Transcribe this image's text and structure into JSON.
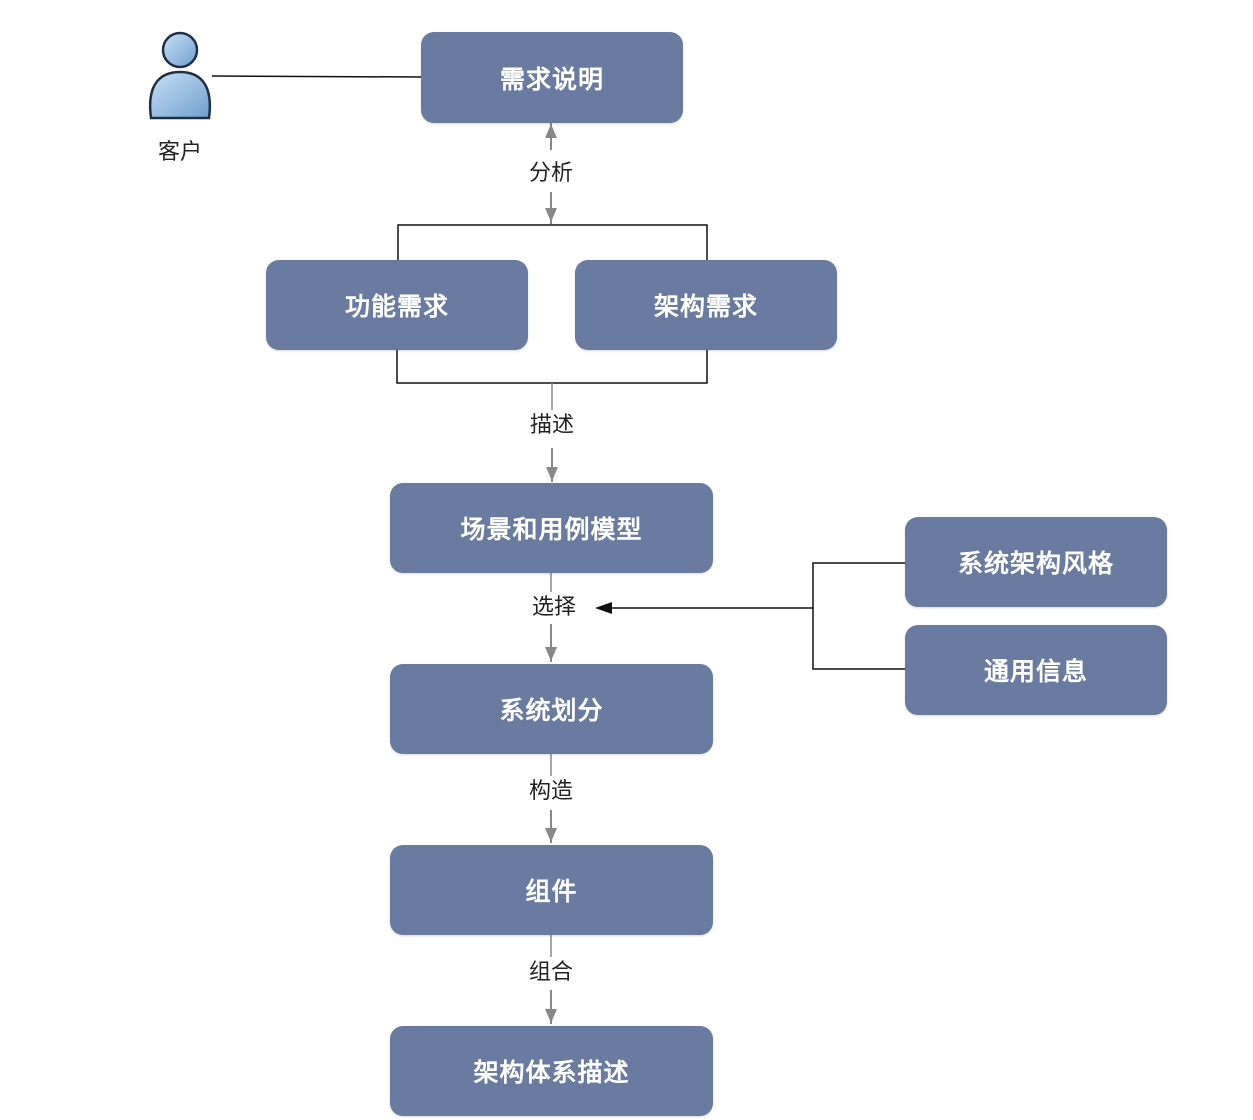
{
  "actor": {
    "label": "客户",
    "icon": "person-icon"
  },
  "nodes": {
    "requirements_spec": "需求说明",
    "functional_req": "功能需求",
    "architecture_req": "架构需求",
    "scenario_usecase_model": "场景和用例模型",
    "architecture_style": "系统架构风格",
    "common_info": "通用信息",
    "system_partition": "系统划分",
    "components": "组件",
    "architecture_description": "架构体系描述"
  },
  "edge_labels": {
    "analyze": "分析",
    "describe": "描述",
    "select": "选择",
    "construct": "构造",
    "compose": "组合"
  },
  "colors": {
    "node_fill": "#6a7ba2",
    "node_text": "#ffffff",
    "connector": "#111111",
    "arrow": "#8a8a8a",
    "actor_fill": "#8fb8de"
  }
}
